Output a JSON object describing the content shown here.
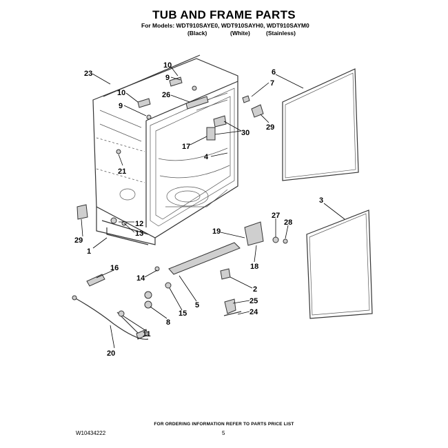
{
  "header": {
    "title": "TUB AND FRAME PARTS",
    "models_line": "For Models: WDT910SAYE0, WDT910SAYH0, WDT910SAYM0",
    "colors": [
      "(Black)",
      "(White)",
      "(Stainless)"
    ]
  },
  "callouts": [
    "23",
    "10",
    "9",
    "26",
    "10",
    "9",
    "21",
    "6",
    "7",
    "29",
    "30",
    "17",
    "4",
    "3",
    "29",
    "12",
    "13",
    "1",
    "27",
    "28",
    "19",
    "18",
    "16",
    "14",
    "5",
    "2",
    "15",
    "8",
    "25",
    "24",
    "11",
    "20"
  ],
  "footer": {
    "ordering_note": "FOR ORDERING INFORMATION REFER TO PARTS PRICE LIST",
    "doc_number": "W10434222",
    "page_number": "5"
  }
}
